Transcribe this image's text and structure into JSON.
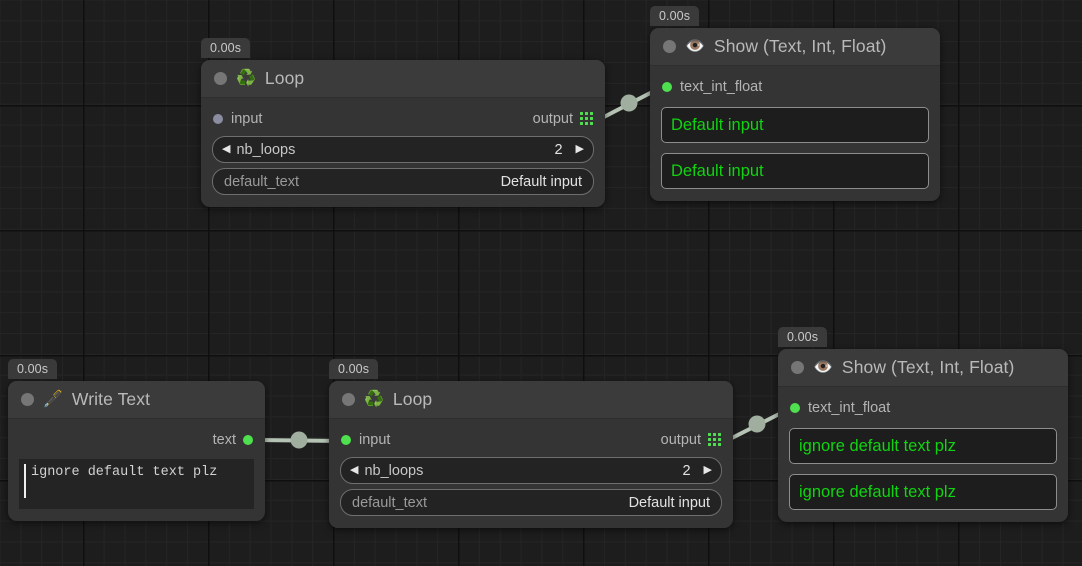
{
  "app": {
    "canvas_name": "node-graph-canvas"
  },
  "colors": {
    "canvas_bg": "#1d1d1d",
    "grid_minor": "#252525",
    "grid_major": "#0f0f0f",
    "node_body": "#343434",
    "node_header": "#3b3b3b",
    "port_connected": "#4ee04e",
    "port_unconnected": "#8a8ca0",
    "value_text_green": "#10d410",
    "wire": "#b5c3b5"
  },
  "nodes": [
    {
      "id": "loop-1",
      "badge": "0.00s",
      "icon": "recycle-icon",
      "icon_glyph": "♻️",
      "title": "Loop",
      "input_port": {
        "label": "input",
        "connected": false
      },
      "output_port": {
        "label": "output",
        "type": "list"
      },
      "fields": [
        {
          "kind": "stepper",
          "label": "nb_loops",
          "value": "2",
          "left_glyph": "◀",
          "right_glyph": "▶"
        },
        {
          "kind": "text",
          "label": "default_text",
          "value": "Default input"
        }
      ]
    },
    {
      "id": "show-1",
      "badge": "0.00s",
      "icon": "eye-icon",
      "icon_glyph": "👁️",
      "title": "Show (Text, Int, Float)",
      "input_port": {
        "label": "text_int_float",
        "connected": true
      },
      "outputs": [
        "Default input",
        "Default input"
      ]
    },
    {
      "id": "write-text-1",
      "badge": "0.00s",
      "icon": "pen-icon",
      "icon_glyph": "🖋️",
      "title": "Write Text",
      "output_port": {
        "label": "text",
        "connected": true
      },
      "textarea_value": "ignore default text plz"
    },
    {
      "id": "loop-2",
      "badge": "0.00s",
      "icon": "recycle-icon",
      "icon_glyph": "♻️",
      "title": "Loop",
      "input_port": {
        "label": "input",
        "connected": true
      },
      "output_port": {
        "label": "output",
        "type": "list"
      },
      "fields": [
        {
          "kind": "stepper",
          "label": "nb_loops",
          "value": "2",
          "left_glyph": "◀",
          "right_glyph": "▶"
        },
        {
          "kind": "text",
          "label": "default_text",
          "value": "Default input"
        }
      ]
    },
    {
      "id": "show-2",
      "badge": "0.00s",
      "icon": "eye-icon",
      "icon_glyph": "👁️",
      "title": "Show (Text, Int, Float)",
      "input_port": {
        "label": "text_int_float",
        "connected": true
      },
      "outputs": [
        "ignore default text plz",
        "ignore default text plz"
      ]
    }
  ],
  "connections": [
    {
      "id": "wire-loop1-to-show1",
      "from": "loop-1.output",
      "to": "show-1.text_int_float"
    },
    {
      "id": "wire-writetext-to-loop2",
      "from": "write-text-1.text",
      "to": "loop-2.input"
    },
    {
      "id": "wire-loop2-to-show2",
      "from": "loop-2.output",
      "to": "show-2.text_int_float"
    }
  ]
}
